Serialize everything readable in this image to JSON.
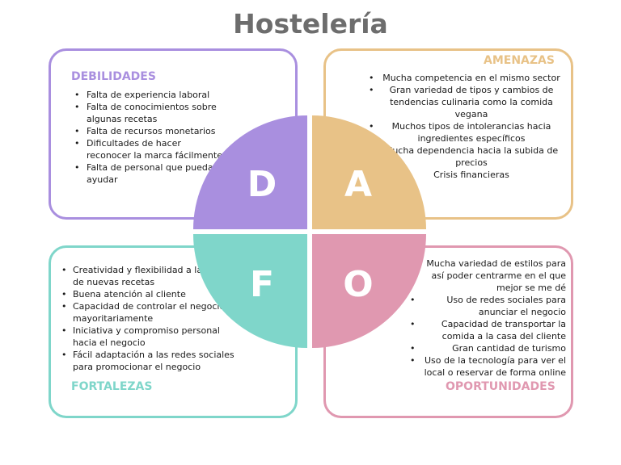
{
  "title": "Hostelería",
  "colors": {
    "debilidades": "#a98fdf",
    "amenazas": "#e8c287",
    "fortalezas": "#7fd6ca",
    "oportunidades": "#e098b0",
    "title": "#6d6d6d"
  },
  "quadrants": {
    "debilidades": {
      "heading": "DEBILIDADES",
      "letter": "D",
      "items": [
        "Falta de experiencia laboral",
        "Falta de conocimientos sobre algunas recetas",
        "Falta de recursos monetarios",
        "Dificultades de hacer reconocer la marca fácilmente",
        "Falta de personal que pueda ayudar"
      ]
    },
    "amenazas": {
      "heading": "AMENAZAS",
      "letter": "A",
      "items": [
        "Mucha competencia en el mismo sector",
        "Gran variedad de tipos  y cambios de tendencias culinaria como la comida vegana",
        "Muchos tipos de intolerancias hacia ingredientes específicos",
        "Mucha dependencia hacia la subida de precios",
        "Crisis financieras"
      ]
    },
    "fortalezas": {
      "heading": "FORTALEZAS",
      "letter": "F",
      "items": [
        "Creatividad y flexibilidad a la hora de nuevas recetas",
        "Buena atención al cliente",
        "Capacidad de controlar el negocio mayoritariamente",
        "Iniciativa y compromiso personal hacia el negocio",
        "Fácil adaptación a las redes sociales para promocionar el negocio"
      ]
    },
    "oportunidades": {
      "heading": "OPORTUNIDADES",
      "letter": "O",
      "items": [
        "Mucha variedad de estilos para así poder centrarme en el que mejor se me dé",
        "Uso de redes sociales para anunciar el negocio",
        "Capacidad de transportar la comida a la casa del cliente",
        "Gran cantidad de turismo",
        "Uso de la tecnología para ver el local o reservar de forma online"
      ]
    }
  }
}
